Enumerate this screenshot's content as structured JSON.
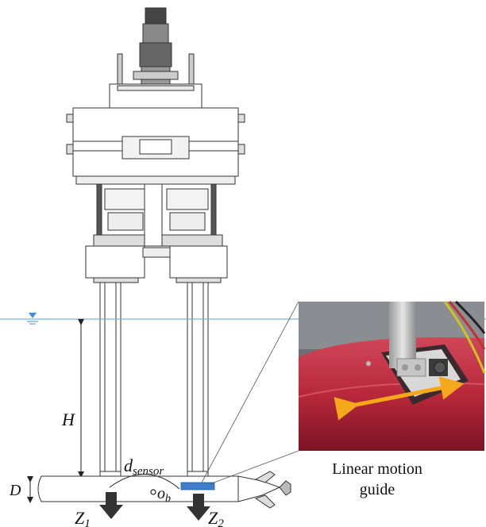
{
  "labels": {
    "depth": "H",
    "diameter": "D",
    "sensor_distance": "d",
    "sensor_sub": "sensor",
    "body_origin": "o",
    "body_origin_sub": "b",
    "force_1": "Z",
    "force_1_sub": "1",
    "force_2": "Z",
    "force_2_sub": "2"
  },
  "caption": {
    "line1": "Linear motion",
    "line2": "guide"
  },
  "colors": {
    "water_line": "#7fb2e0",
    "guide_block": "#3f7fc9",
    "arrow_dark": "#333333",
    "motion_arrow": "#f5a81c",
    "hull_red": "#b8283a"
  }
}
